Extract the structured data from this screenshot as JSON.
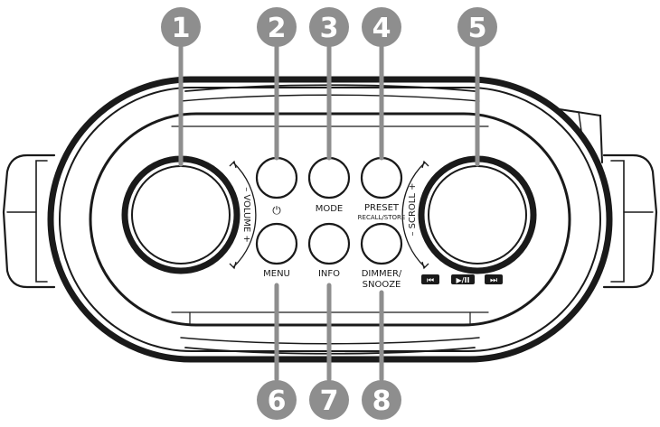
{
  "callouts": [
    {
      "number": "1"
    },
    {
      "number": "2"
    },
    {
      "number": "3"
    },
    {
      "number": "4"
    },
    {
      "number": "5"
    },
    {
      "number": "6"
    },
    {
      "number": "7"
    },
    {
      "number": "8"
    }
  ],
  "controls": {
    "volume_label": "– VOLUME +",
    "scroll_label": "– SCROLL +",
    "power_label": "⏻",
    "mode_label": "MODE",
    "preset_label": "PRESET",
    "recall_store_label": "RECALL/STORE",
    "menu_label": "MENU",
    "info_label": "INFO",
    "dimmer_label": "DIMMER/",
    "snooze_label": "SNOOZE",
    "transport": {
      "prev": "⏮",
      "play_pause": "▶/II",
      "next": "⏭"
    }
  },
  "colors": {
    "callout_fill": "#8e8e8e",
    "outline": "#1a1a1a",
    "background": "#ffffff"
  }
}
